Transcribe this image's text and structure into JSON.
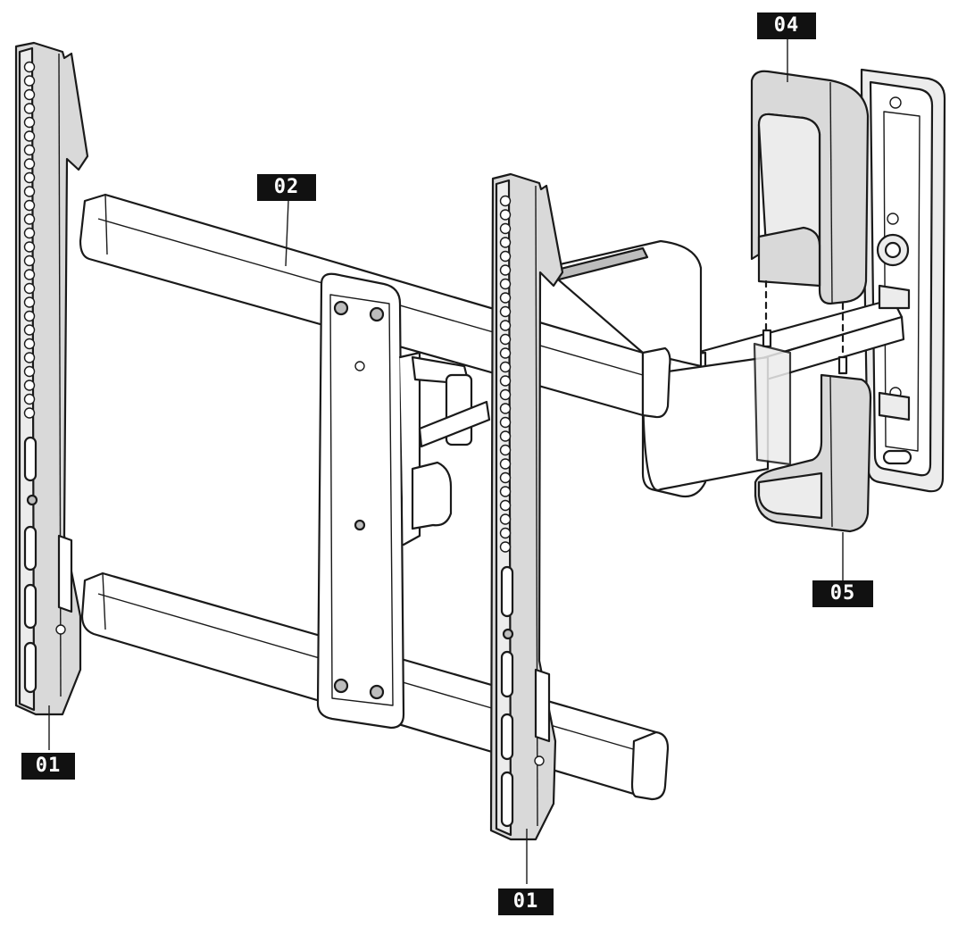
{
  "callouts": {
    "rail_left": "01",
    "rail_right": "01",
    "arm": "02",
    "cover_top": "04",
    "cover_bottom": "05"
  },
  "colors": {
    "line": "#1a1a1a",
    "part_fill": "#d9d9d9",
    "label_bg": "#111111",
    "label_text": "#ffffff"
  }
}
